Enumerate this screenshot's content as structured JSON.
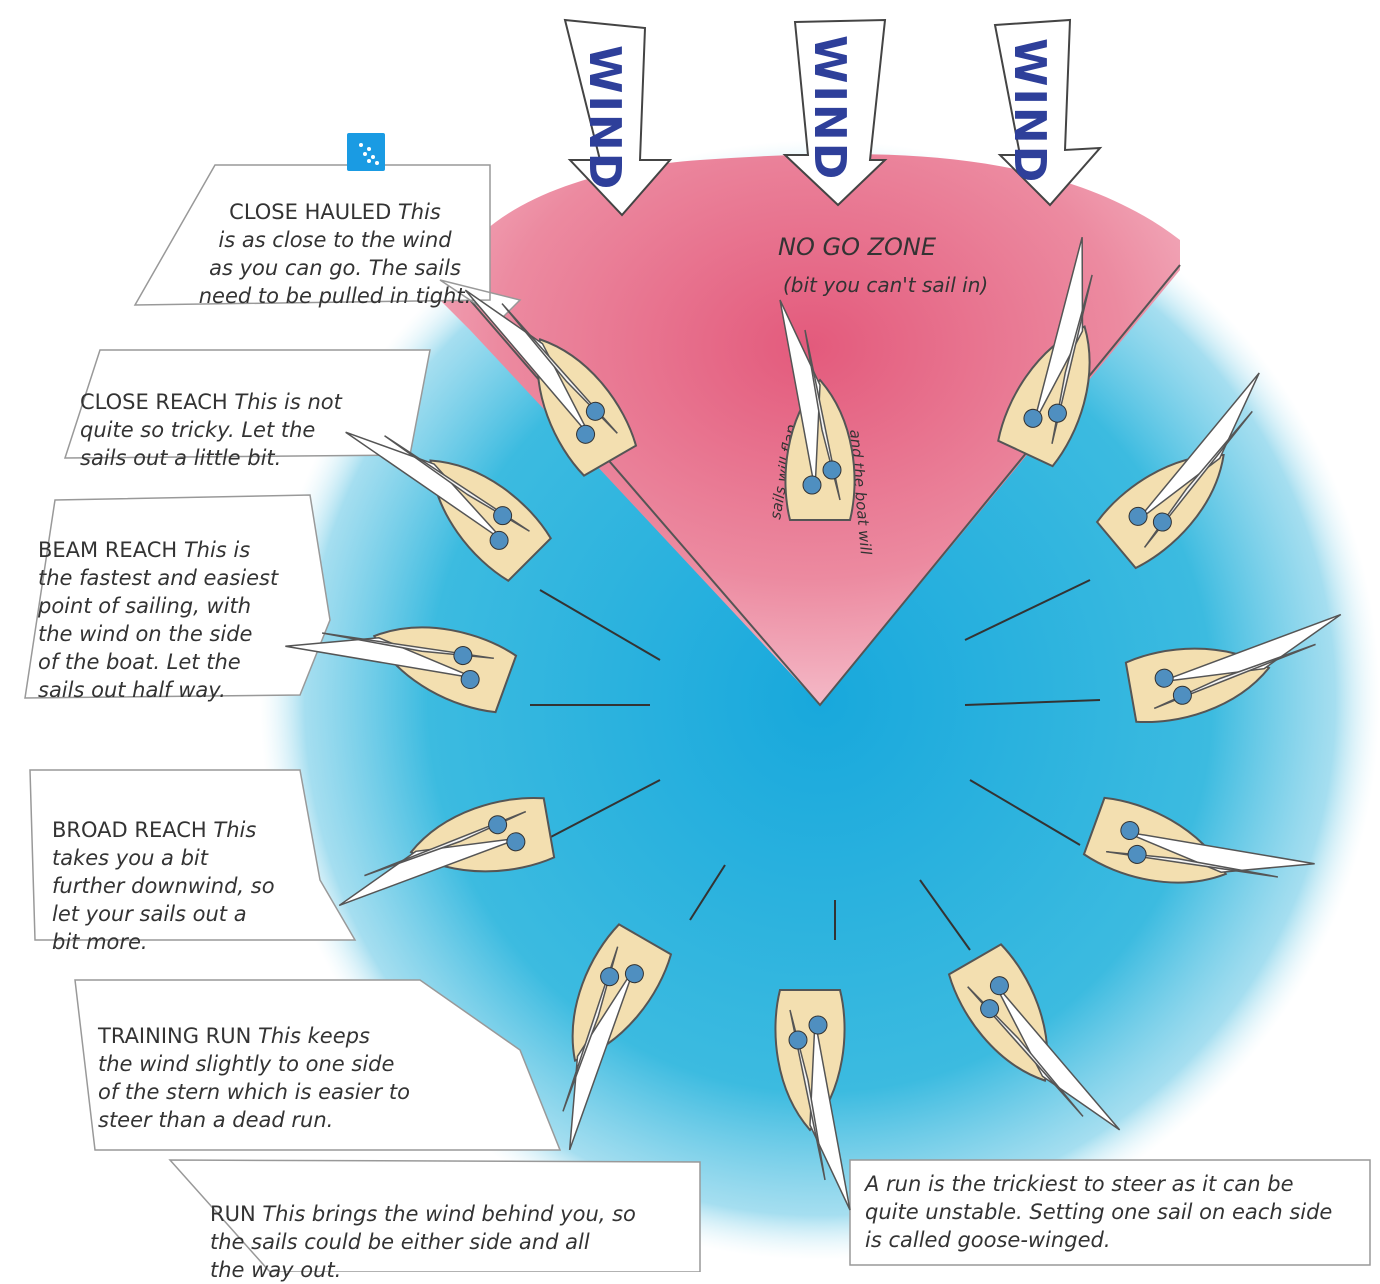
{
  "wind_label": "WIND",
  "no_go_zone": {
    "title": "NO GO ZONE",
    "subtitle": "(bit you can't sail in)",
    "annotation_left": "sails will flap",
    "annotation_right": "and the boat will"
  },
  "callouts": [
    {
      "title": "CLOSE HAULED",
      "text": " This\nis as close to the wind\nas you can go. The sails\nneed to be pulled in tight."
    },
    {
      "title": "CLOSE REACH",
      "text": " This is not\nquite so tricky. Let the\nsails out a little bit."
    },
    {
      "title": "BEAM REACH",
      "text": " This is\nthe fastest and easiest\npoint of sailing, with\nthe wind on the side\nof the boat. Let the\nsails out half way."
    },
    {
      "title": "BROAD REACH",
      "text": " This\ntakes you a bit\nfurther downwind, so\nlet your sails out a\nbit more."
    },
    {
      "title": "TRAINING RUN",
      "text": " This keeps\nthe wind slightly to one side\nof the stern which is easier to\nsteer than a dead run."
    },
    {
      "title": "RUN",
      "text": " This brings the wind behind you, so\nthe sails could be either side and all\nthe way out."
    }
  ],
  "note": "A run is the trickiest to steer as it can be\nquite unstable. Setting one sail on each side\nis called goose-winged.",
  "colors": {
    "water": "#2fb7dd",
    "no_go": "#e8889c",
    "hull": "#f3dfb0",
    "sail": "#ffffff",
    "wind_text": "#2e3f9a",
    "badge": "#1a9be3"
  },
  "icons": [
    "wind-arrow-icon",
    "sailboat-icon",
    "dots-badge-icon"
  ]
}
